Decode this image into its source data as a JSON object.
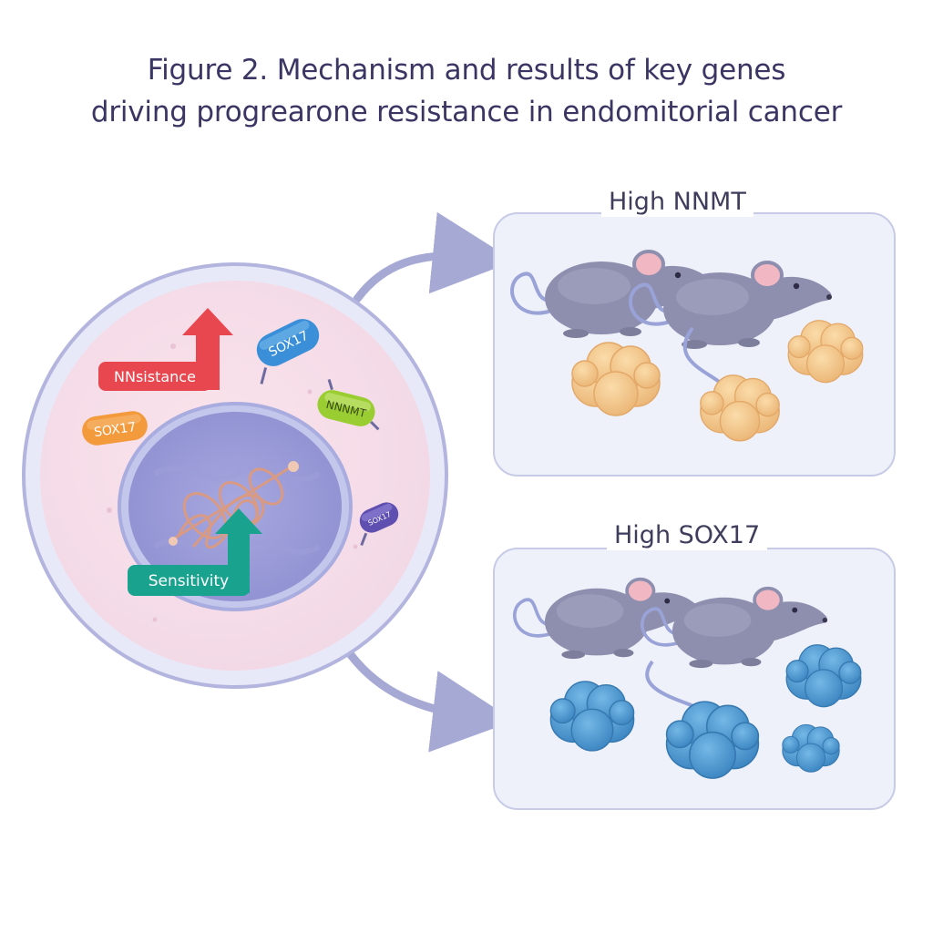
{
  "title": {
    "line1": "Figure 2. Mechanism and results of key genes",
    "line2": "driving progrearone resistance in endomitorial cancer"
  },
  "cell": {
    "resistance_label": "NNsistance",
    "sensitivity_label": "Sensitivity",
    "capsules": [
      "SOX17",
      "SOX17",
      "NNNMT",
      "SOX17"
    ]
  },
  "panels": {
    "top": {
      "label": "High NNMT",
      "tumor_color": "#f5c98c"
    },
    "bottom": {
      "label": "High SOX17",
      "tumor_color": "#4e9bd0"
    }
  },
  "colors": {
    "resistance_arrow": "#e8474f",
    "sensitivity_arrow": "#19a38f",
    "connector_arrow": "#a6a9d4",
    "mouse": "#8e8fae"
  }
}
